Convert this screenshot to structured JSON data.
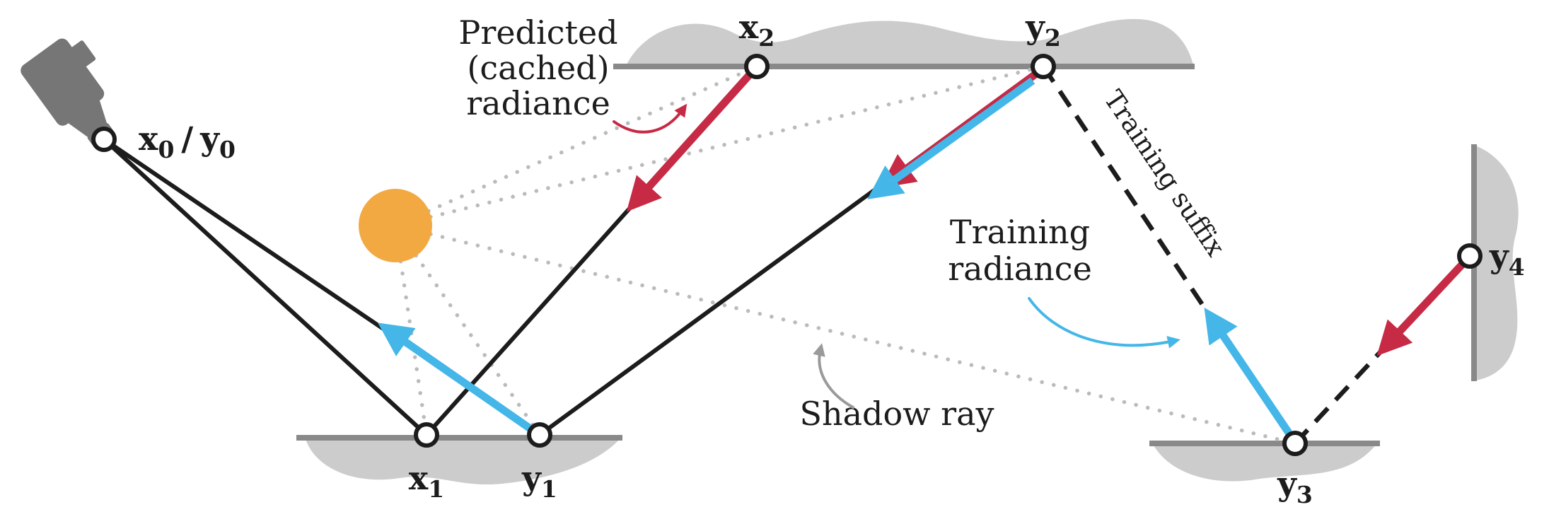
{
  "colors": {
    "red": "#c62a45",
    "blue": "#45b6e8",
    "orange": "#f3a942",
    "black": "#1c1c1c",
    "surface_fill": "#cccccc",
    "surface_edge": "#898989",
    "shadow_ray": "#bbbbbb",
    "camera": "#767676",
    "annotation_gray": "#9a9a9a"
  },
  "vertices": {
    "x0y0": {
      "b1": "x",
      "s1": "0",
      "sep": "/",
      "b2": "y",
      "s2": "0"
    },
    "x1": {
      "base": "x",
      "sub": "1"
    },
    "y1": {
      "base": "y",
      "sub": "1"
    },
    "x2": {
      "base": "x",
      "sub": "2"
    },
    "y2": {
      "base": "y",
      "sub": "2"
    },
    "y3": {
      "base": "y",
      "sub": "3"
    },
    "y4": {
      "base": "y",
      "sub": "4"
    }
  },
  "annotations": {
    "predicted_radiance": {
      "lines": [
        "Predicted",
        "(cached)",
        "radiance"
      ]
    },
    "training_radiance": {
      "lines": [
        "Training",
        "radiance"
      ]
    },
    "shadow_ray": "Shadow ray",
    "training_suffix": "Training suffix"
  }
}
